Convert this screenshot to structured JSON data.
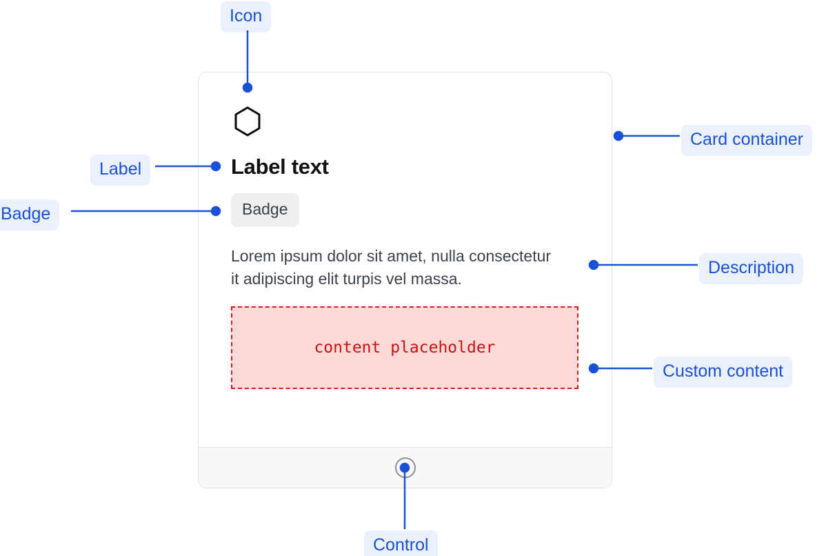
{
  "card": {
    "icon": "hexagon-icon",
    "label": "Label text",
    "badge": "Badge",
    "description": "Lorem ipsum dolor sit amet, nulla consectetur it adipiscing elit turpis vel massa.",
    "placeholder_text": "content placeholder",
    "footer_control": "circle-control"
  },
  "annotations": {
    "icon": "Icon",
    "card_container": "Card container",
    "label": "Label",
    "badge": "Badge",
    "description": "Description",
    "custom_content": "Custom content",
    "control": "Control"
  },
  "colors": {
    "annotation_blue": "#1a50d8",
    "annotation_pill_bg": "#eaf1fd",
    "card_border": "#e4e4e7",
    "badge_bg": "#eeeff1",
    "placeholder_bg": "#fcd9d9",
    "placeholder_border": "#d51c1c",
    "placeholder_text": "#cc1111",
    "footer_bg": "#f8f8f9"
  }
}
